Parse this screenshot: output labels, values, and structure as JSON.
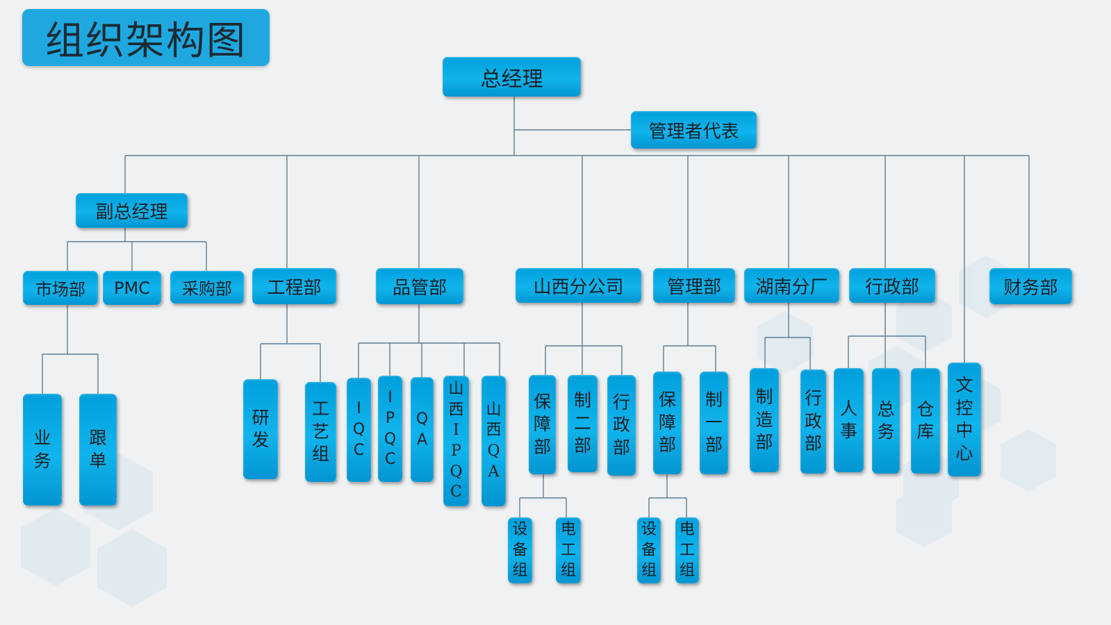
{
  "title": "组织架构图",
  "colors": {
    "node_fill": "#10b4ec",
    "line": "#5c7e96",
    "background": "#f0f1f2"
  },
  "nodes": {
    "general_manager": "总经理",
    "mgmt_rep": "管理者代表",
    "deputy_gm": "副总经理",
    "market": "市场部",
    "pmc": "PMC",
    "purchasing": "采购部",
    "engineering": "工程部",
    "quality": "品管部",
    "shanxi_branch": "山西分公司",
    "management": "管理部",
    "hunan_factory": "湖南分厂",
    "admin": "行政部",
    "finance": "财务部",
    "business": "业务",
    "follow_order": "跟单",
    "rnd": "研发",
    "process_group": "工艺组",
    "iqc": "IQC",
    "ipqc": "IPQC",
    "qa": "QA",
    "sx_ipqc": "山西IPQC",
    "sx_qa": "山西QA",
    "sx_support": "保障部",
    "mfg2": "制二部",
    "sx_admin": "行政部",
    "sx_equip": "设备组",
    "sx_elec": "电工组",
    "mg_support": "保障部",
    "mfg1": "制一部",
    "mg_equip": "设备组",
    "mg_elec": "电工组",
    "hn_mfg": "制造部",
    "hn_admin": "行政部",
    "hr": "人事",
    "general_affairs": "总务",
    "warehouse": "仓库",
    "doc_center": "文控中心"
  }
}
